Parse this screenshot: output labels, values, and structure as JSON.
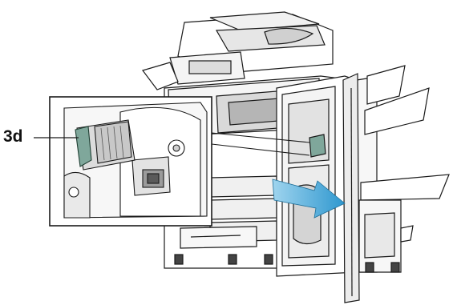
{
  "figure": {
    "callout_label": "3d",
    "icons": [
      "multifunction-printer",
      "office-finisher",
      "staple-cartridge",
      "pull-direction-arrow"
    ],
    "colors": {
      "line_art": "#1a1a1a",
      "panel_fill": "#ffffff",
      "shading": "#d9d9d9",
      "highlight_green": "#7fa79b",
      "arrow_blue": "#3ba3d4"
    }
  }
}
